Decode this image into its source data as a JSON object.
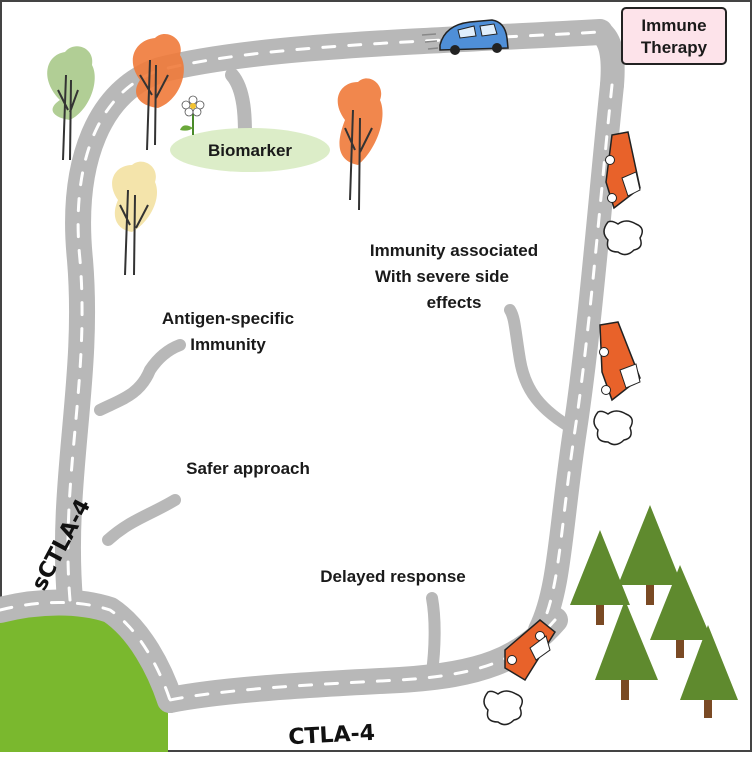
{
  "labels": {
    "immune_therapy_line1": "Immune",
    "immune_therapy_line2": "Therapy",
    "biomarker": "Biomarker",
    "side_effects_line1": "Immunity associated",
    "side_effects_line2": "With severe side",
    "side_effects_line3": "effects",
    "antigen_line1": "Antigen-specific",
    "antigen_line2": "Immunity",
    "safer": "Safer approach",
    "delayed": "Delayed response",
    "sctla4": "sCTLA-4",
    "ctla4": "CTLA-4"
  },
  "colors": {
    "road": "#b8b8b8",
    "road_marking": "#ffffff",
    "grass": "#7ab82e",
    "blue_car": "#4f8fd8",
    "crashed_car": "#e8622a",
    "pine": "#5f8a2e",
    "trunk": "#7a4a24",
    "badge_fill": "#fde3ea",
    "badge_border": "#222222",
    "biomarker_oval": "#dcedc8",
    "frame": "#444444"
  },
  "icons": {
    "blue_car": "car-icon",
    "crashed_cars": "crashed-car-icon",
    "smoke": "smoke-icon",
    "flower": "flower-icon",
    "trees": "tree-icon",
    "pines": "pine-tree-icon"
  }
}
